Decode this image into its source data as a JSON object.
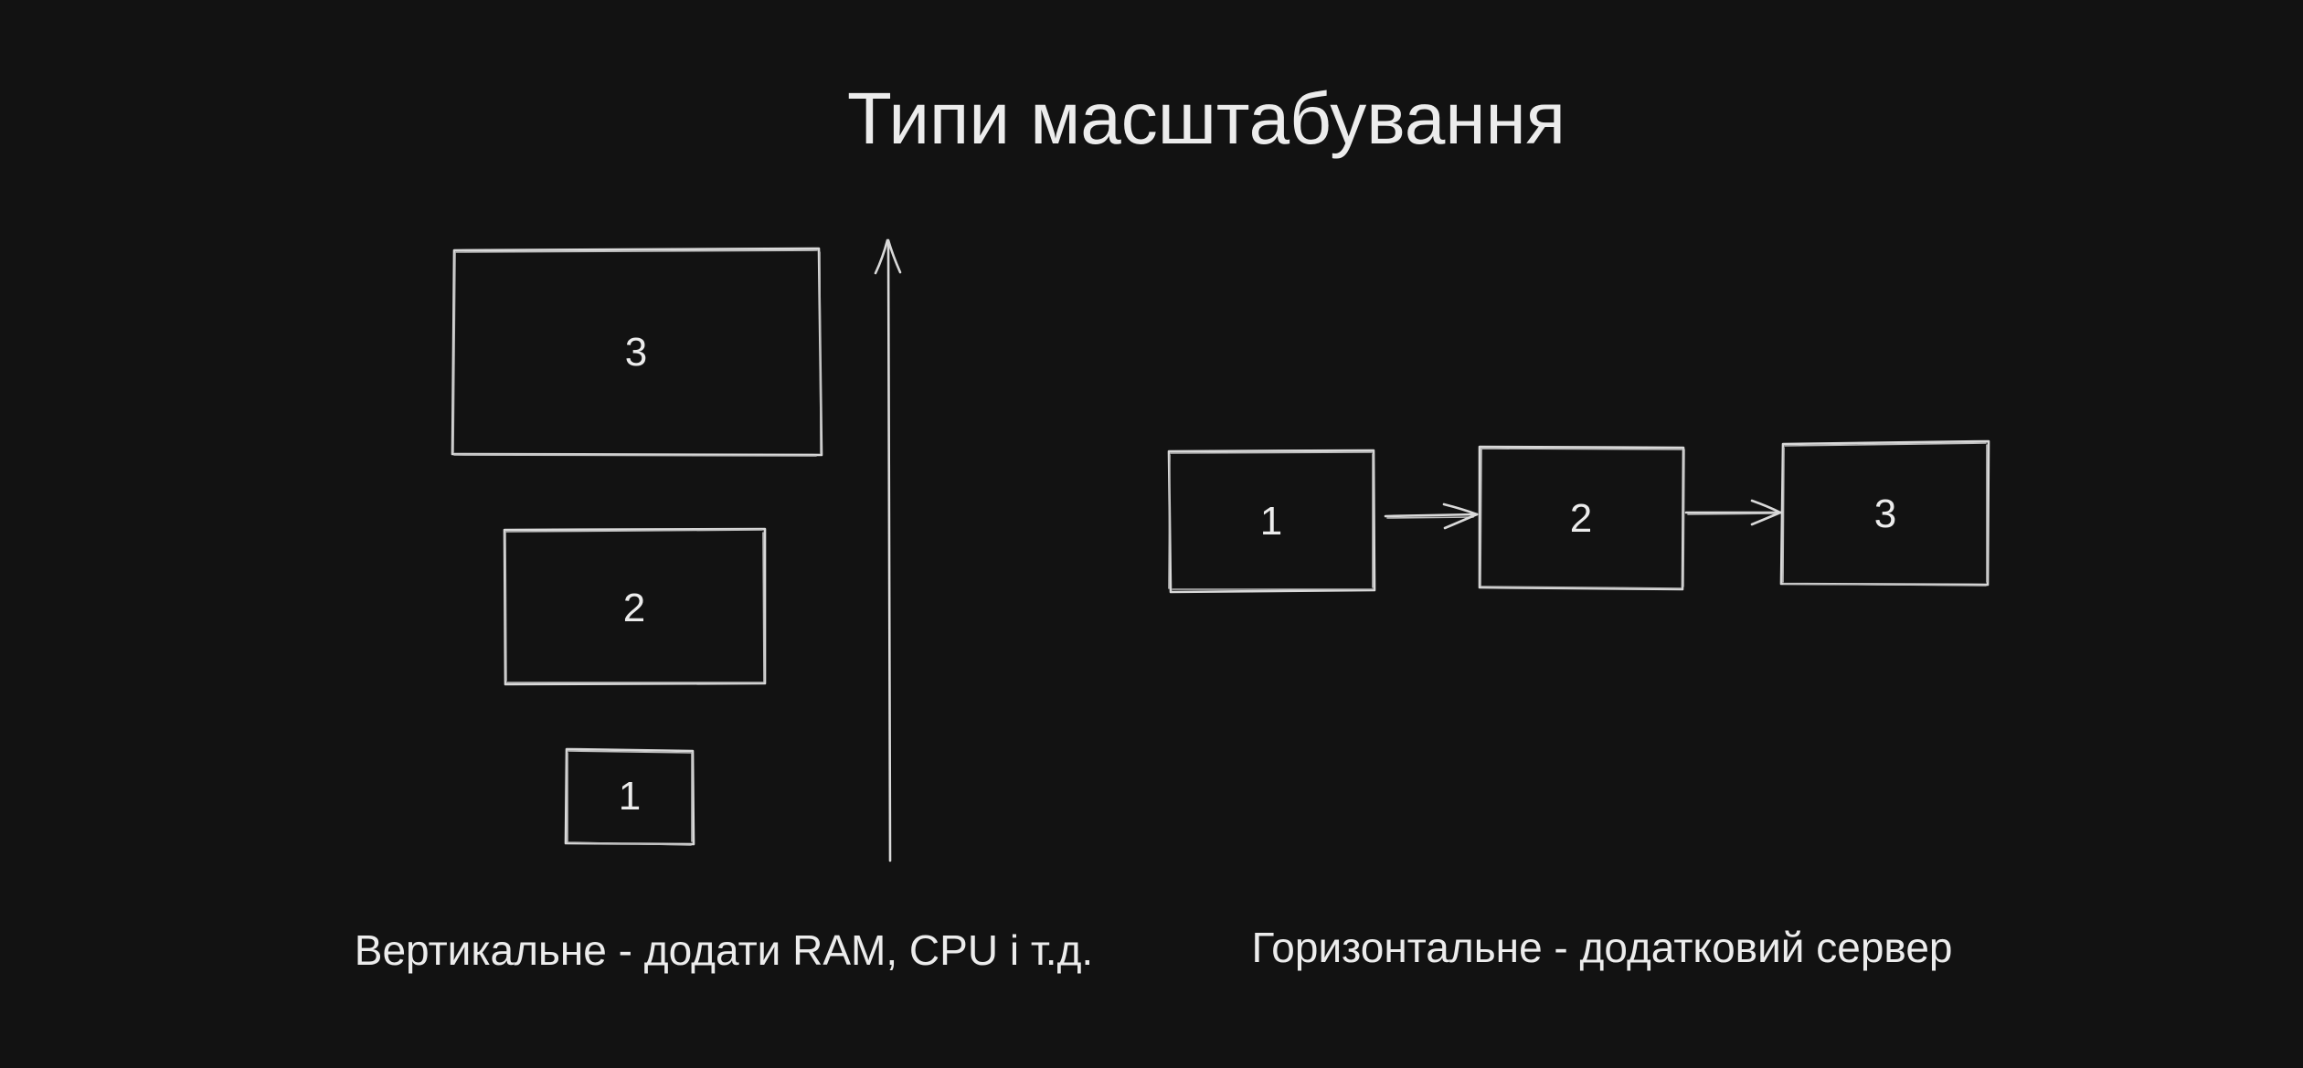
{
  "diagram": {
    "title": "Типи масштабування",
    "vertical": {
      "boxes": [
        {
          "label": "3"
        },
        {
          "label": "2"
        },
        {
          "label": "1"
        }
      ],
      "caption": "Вертикальне - додати RAM, CPU і т.д."
    },
    "horizontal": {
      "boxes": [
        {
          "label": "1"
        },
        {
          "label": "2"
        },
        {
          "label": "3"
        }
      ],
      "caption": "Горизонтальне - додатковий сервер"
    }
  }
}
